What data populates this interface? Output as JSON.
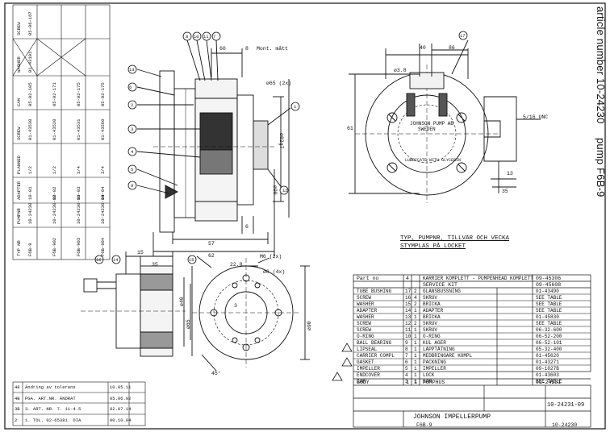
{
  "margin_title": {
    "article": "article number 10-24230",
    "pump": "pump F6B-9"
  },
  "bom_caption": {
    "line1": "TYP, PUMPNR, TILLVÄR OCH VECKA",
    "line2": "STYMPLAS PÅ LOCKET"
  },
  "bom_header": {
    "qty": "4",
    "name": "KARRIER KOMPLETT - PUMPENHEAD KOMPLETT",
    "article": "09-45306"
  },
  "bom_kit": {
    "label": "SERVICE KIT",
    "article": "09-45608"
  },
  "bom_part_no": "Part no",
  "bom_rows": [
    {
      "item": "TUBE BUSHING",
      "pos": "17",
      "qty": "2",
      "sv": "GLANSBUSSNING",
      "art": "01-43490"
    },
    {
      "item": "SCREW",
      "pos": "16",
      "qty": "4",
      "sv": "SKRUV",
      "art": "SEE TABLE"
    },
    {
      "item": "WASHER",
      "pos": "15",
      "qty": "2",
      "sv": "BRICKA",
      "art": "SEE TABLE"
    },
    {
      "item": "ADAPTER",
      "pos": "14",
      "qty": "1",
      "sv": "ADAPTER",
      "art": "SEE TABLE"
    },
    {
      "item": "WASHER",
      "pos": "13",
      "qty": "1",
      "sv": "BRICKA",
      "art": "01-45830"
    },
    {
      "item": "SCREW",
      "pos": "12",
      "qty": "2",
      "sv": "SKRUV",
      "art": "SEE TABLE"
    },
    {
      "item": "SCREW",
      "pos": "11",
      "qty": "1",
      "sv": "SKRUV",
      "art": "06-32-600"
    },
    {
      "item": "O-RING",
      "pos": "10",
      "qty": "1",
      "sv": "O-RING",
      "art": "06-52-200"
    },
    {
      "item": "BALL BEARING",
      "pos": "9",
      "qty": "1",
      "sv": "KUL AGER",
      "art": "06-52-101"
    },
    {
      "item": "LIPSEAL",
      "pos": "8",
      "qty": "1",
      "sv": "LÄPPTÄTNING",
      "art": "05-32-400"
    },
    {
      "item": "CARRIER COMPL",
      "pos": "7",
      "qty": "1",
      "sv": "MEDBRINGARE KOMPL",
      "art": "01-45620"
    },
    {
      "item": "GASKET",
      "pos": "6",
      "qty": "1",
      "sv": "PACKNING",
      "art": "01-43271"
    },
    {
      "item": "IMPELLER",
      "pos": "5",
      "qty": "1",
      "sv": "IMPELLER",
      "art": "09-1027B"
    },
    {
      "item": "ENDCOVER",
      "pos": "4",
      "qty": "1",
      "sv": "LOCK",
      "art": "01-43603"
    },
    {
      "item": "CAM",
      "pos": "3",
      "qty": "1",
      "sv": "KAM",
      "art": "SEE TABLE"
    }
  ],
  "bom_body": {
    "item": "BODY",
    "pos": "1",
    "qty": "1",
    "sv": "PUMPHUS",
    "art": "01-24231"
  },
  "title_block": {
    "company": "JOHNSON IMPELLERPUMP",
    "model": "F6B-9",
    "number": "10-24230",
    "number2": "10-24231-09"
  },
  "variants_table": {
    "headers": [
      "TYP NR",
      "PUMPNR",
      "ADAPTER",
      "PLANNED",
      "SCREW",
      "CAM",
      "WASHER",
      "SCREW"
    ],
    "rows": [
      [
        "F6B-9",
        "10-24230",
        "10-01",
        "1/2",
        "01-43530",
        "05-02-105",
        "01-42101",
        "05-06-167"
      ],
      [
        "F6B-902",
        "10-24230-02",
        "10-02",
        "1/2",
        "01-43520",
        "05-02-171",
        "",
        ""
      ],
      [
        "F6B-903",
        "10-24230-03",
        "10-03",
        "3/4",
        "01-43531",
        "05-02-175",
        "",
        ""
      ],
      [
        "F6B-904",
        "10-24230-04",
        "10-04",
        "3/4",
        "01-43560",
        "05-02-175",
        "",
        ""
      ]
    ]
  },
  "revisions": [
    {
      "rev": "48",
      "text": "Ändring av tolerans",
      "date": "10.05.11"
    },
    {
      "rev": "4B",
      "text": "PGA. ART.NR. ÄNDRAT",
      "date": "05.06.02"
    },
    {
      "rev": "3B",
      "text": "3. ART. NR. 7. 11-4.5",
      "date": "02.07.14"
    },
    {
      "rev": "2",
      "text": "1. TOL. 02-65381. DIA",
      "date": "00.10.04"
    }
  ],
  "dimensions": {
    "d60": "60",
    "d8": "8",
    "mont": "Mont. mått",
    "d6": "6",
    "d57": "57",
    "d62": "62",
    "phi65": "ø65 (2x)",
    "phi82": "ø82g7",
    "phi90": "ø90",
    "d40": "40",
    "d86": "86",
    "d61": "61",
    "d35": "35",
    "d13": "13",
    "phi38": "ø3.8",
    "unc": "5/16 UNC",
    "d22": "22.8",
    "d3": "3",
    "d35b": "35",
    "d15": "15",
    "m6": "M6 (2x)",
    "phi6": "ø6 (4x)",
    "phi40": "ø40",
    "phi65b": "ø65",
    "phi90b": "ø90",
    "ang": "45°"
  },
  "plate": {
    "line1": "JOHNSON PUMP AB",
    "line2": "SWEDEN",
    "ring": "LUBRICATE WITH GLYCERIN"
  },
  "balloons": [
    "17",
    "16",
    "15",
    "14",
    "13",
    "12",
    "11",
    "10",
    "9",
    "8",
    "7",
    "6",
    "5",
    "4",
    "3",
    "2",
    "1"
  ]
}
